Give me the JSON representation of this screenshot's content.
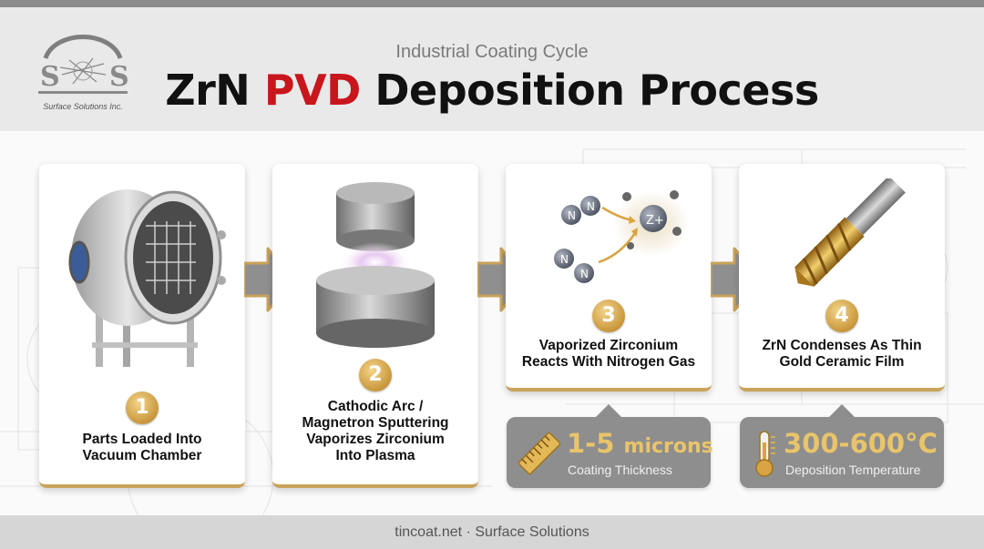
{
  "header": {
    "logo_letters": "S S",
    "logo_caption": "Surface Solutions Inc.",
    "subtitle": "Industrial Coating Cycle",
    "title_part1": "ZrN",
    "title_accent": "PVD",
    "title_part2": "Deposition Process",
    "accent_color": "#c8161d"
  },
  "steps": [
    {
      "number": "1",
      "line1": "Parts Loaded Into",
      "line2": "Vacuum Chamber",
      "icon": "vacuum-chamber-icon"
    },
    {
      "number": "2",
      "line1": "Cathodic Arc /",
      "line2": "Magnetron Sputtering",
      "line3": "Vaporizes Zirconium",
      "line4": "Into Plasma",
      "icon": "zirconium-target-icon"
    },
    {
      "number": "3",
      "line1": "Vaporized Zirconium",
      "line2": "Reacts With Nitrogen Gas",
      "icon": "nitrogen-reaction-icon",
      "atom_n": "N",
      "ion_label": "Z+"
    },
    {
      "number": "4",
      "line1": "ZrN Condenses As Thin",
      "line2": "Gold Ceramic Film",
      "icon": "coated-end-mill-icon"
    }
  ],
  "stats": [
    {
      "value": "1-5",
      "unit": "microns",
      "caption": "Coating Thickness",
      "icon": "ruler-icon"
    },
    {
      "value": "300-600°C",
      "unit": "",
      "caption": "Deposition Temperature",
      "icon": "thermometer-icon"
    }
  ],
  "footer": {
    "text": "tincoat.net · Surface Solutions"
  },
  "colors": {
    "gold": "#c9a35a",
    "stat_bg": "#8e8e8e",
    "stat_value": "#e9c46a"
  }
}
